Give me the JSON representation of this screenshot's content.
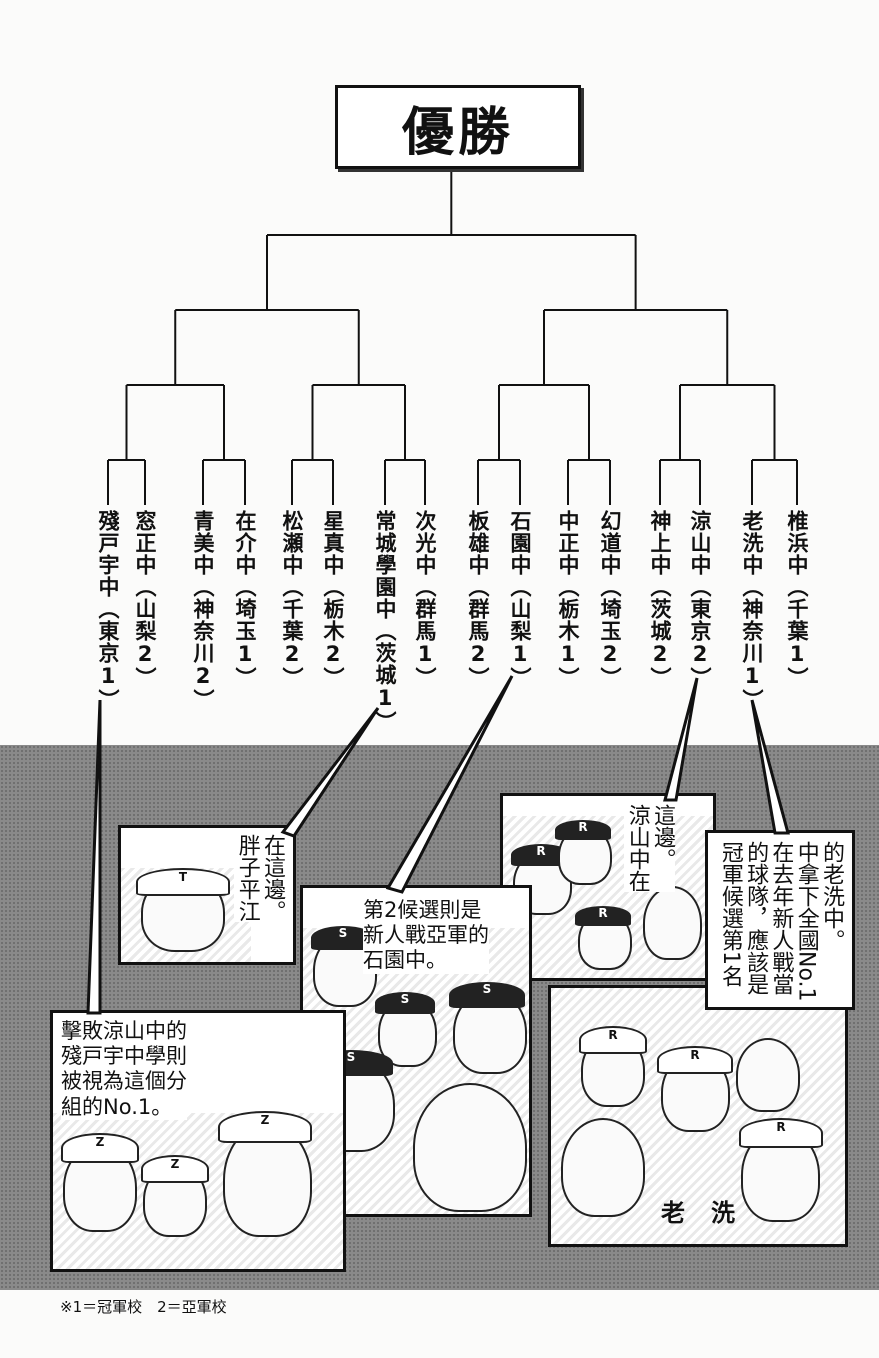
{
  "title": "優勝",
  "schools": [
    "殘戸宇中（東京1）",
    "窓正中（山梨2）",
    "青美中（神奈川2）",
    "在介中（埼玉1）",
    "松瀬中（千葉2）",
    "星真中（栃木2）",
    "常城學園中（茨城1）",
    "次光中（群馬1）",
    "板雄中（群馬2）",
    "石園中（山梨1）",
    "中正中（栃木1）",
    "幻道中（埼玉2）",
    "神上中（茨城2）",
    "涼山中（東京2）",
    "老洗中（神奈川1）",
    "椎浜中（千葉1）"
  ],
  "bubbles": {
    "hirae": "在這邊。\n胖子平江",
    "ishizono": "第2候選則是\n新人戰亞軍的\n石園中。",
    "ryozan": "這邊。\n涼山中在",
    "oarai": "的老洗中。\n中拿下全國No.1\n在去年新人戰當\n的球隊，應該是\n冠軍候選第1名",
    "zantou": "擊敗涼山中的\n殘戸宇中學則\n被視為這個分\n組的No.1。"
  },
  "caps": {
    "oarai": "R",
    "ishizono": "S",
    "zantou": "Z",
    "hirae": "T"
  },
  "jersey_text": [
    "老",
    "洗"
  ],
  "footer": "※1＝冠軍校　2＝亞軍校"
}
